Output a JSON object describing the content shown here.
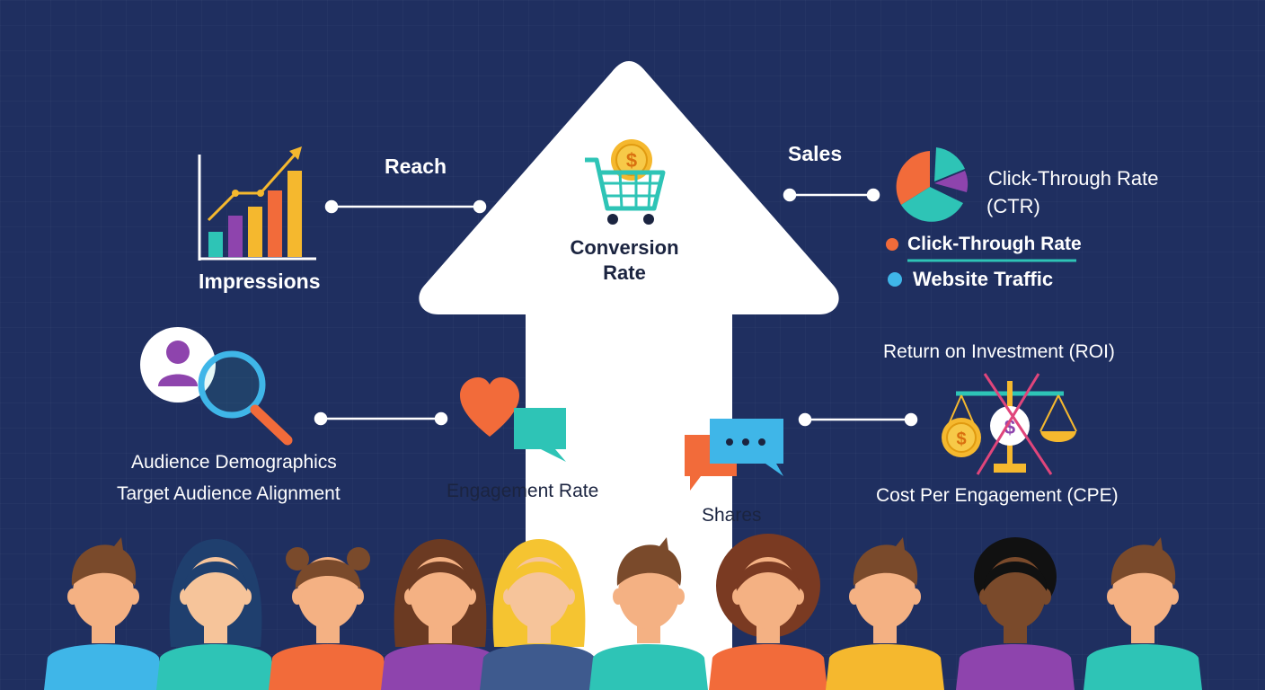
{
  "labels": {
    "reach": "Reach",
    "impressions": "Impressions",
    "conversion_rate": [
      "Conversion",
      "Rate"
    ],
    "sales": "Sales",
    "ctr_title": [
      "Click-Through Rate",
      "(CTR)"
    ],
    "ctr_legend": "Click-Through Rate",
    "website_traffic": "Website Traffic",
    "roi": "Return on Investment (ROI)",
    "audience_demographics": "Audience Demographics",
    "target_audience_alignment": "Target Audience Alignment",
    "engagement_rate": "Engagement Rate",
    "shares": "Shares",
    "cpe": "Cost Per Engagement (CPE)"
  },
  "icons": {
    "chart": "bar-chart-growth-icon",
    "cart": "shopping-cart-dollar-icon",
    "pie": "pie-chart-icon",
    "search": "user-search-icon",
    "heart": "heart-icon",
    "comment": "comment-icon",
    "chat": "chat-bubbles-icon",
    "scale": "balance-scale-icon"
  },
  "colors": {
    "background": "#1f2f60",
    "arrow": "#ffffff",
    "teal": "#2ec4b6",
    "orange": "#f26b3a",
    "purple": "#8e44ad",
    "yellow": "#f5b82e"
  },
  "people_count": 10
}
